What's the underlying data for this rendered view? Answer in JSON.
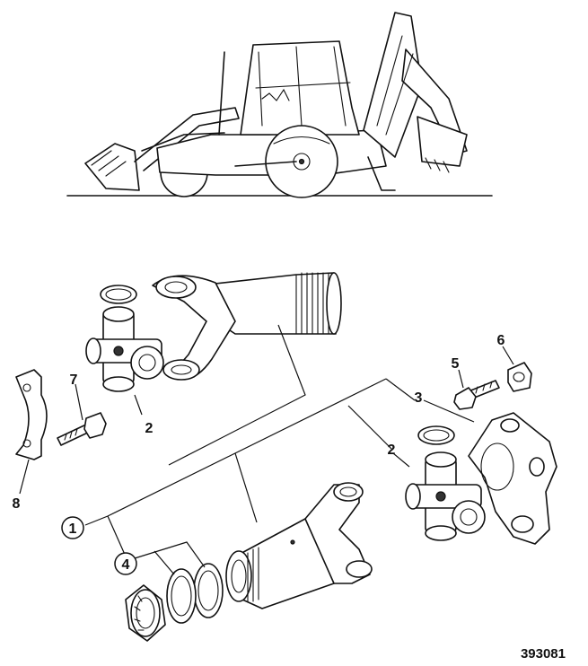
{
  "figure_number": "393081",
  "callouts": [
    {
      "id": "callout-1",
      "label": "1",
      "circled": true
    },
    {
      "id": "callout-2a",
      "label": "2",
      "circled": false
    },
    {
      "id": "callout-2b",
      "label": "2",
      "circled": false
    },
    {
      "id": "callout-3",
      "label": "3",
      "circled": false
    },
    {
      "id": "callout-4",
      "label": "4",
      "circled": true
    },
    {
      "id": "callout-5",
      "label": "5",
      "circled": false
    },
    {
      "id": "callout-6",
      "label": "6",
      "circled": false
    },
    {
      "id": "callout-7",
      "label": "7",
      "circled": false
    },
    {
      "id": "callout-8",
      "label": "8",
      "circled": false
    }
  ],
  "colors": {
    "ink": "#111111",
    "paper": "#ffffff"
  }
}
